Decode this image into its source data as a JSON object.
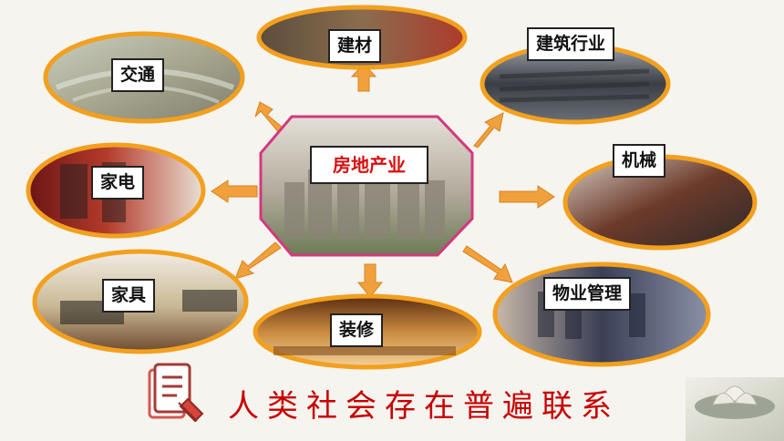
{
  "center": {
    "label": "房地产业"
  },
  "nodes": {
    "transport": "交通",
    "building_materials": "建材",
    "construction": "建筑行业",
    "appliances": "家电",
    "machinery": "机械",
    "furniture": "家具",
    "decoration": "装修",
    "property_management": "物业管理"
  },
  "caption": "人类社会存在普遍联系",
  "colors": {
    "ellipse_border": "#f2a01e",
    "arrow": "#f0a13c",
    "center_border": "#d4387e",
    "caption": "#c80000",
    "background": "#f5f4ef"
  }
}
